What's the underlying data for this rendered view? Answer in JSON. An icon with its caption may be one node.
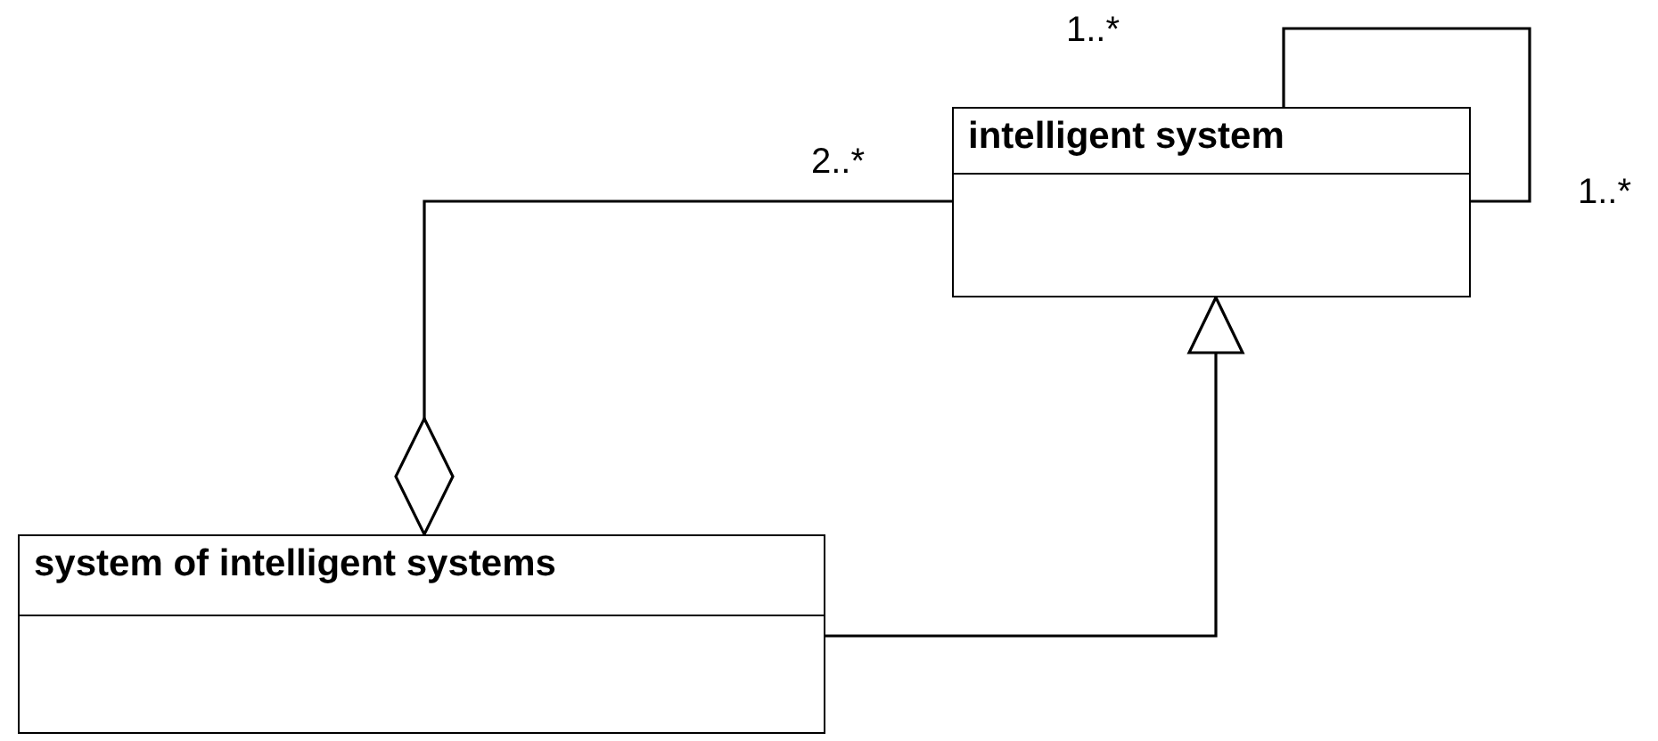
{
  "diagram": {
    "nodes": [
      {
        "text": [
          "intelligent system"
        ]
      },
      {
        "text": [
          "system of intelligent systems"
        ]
      }
    ],
    "edges": [
      {
        "from": 0,
        "to": 0,
        "arrow": "none"
      },
      {
        "from": 1,
        "to": 0,
        "arrow": "other"
      },
      {
        "from": 1,
        "to": 0,
        "arrow": "to"
      }
    ],
    "labels": [
      "1..*",
      "2..*",
      "1..*"
    ]
  }
}
